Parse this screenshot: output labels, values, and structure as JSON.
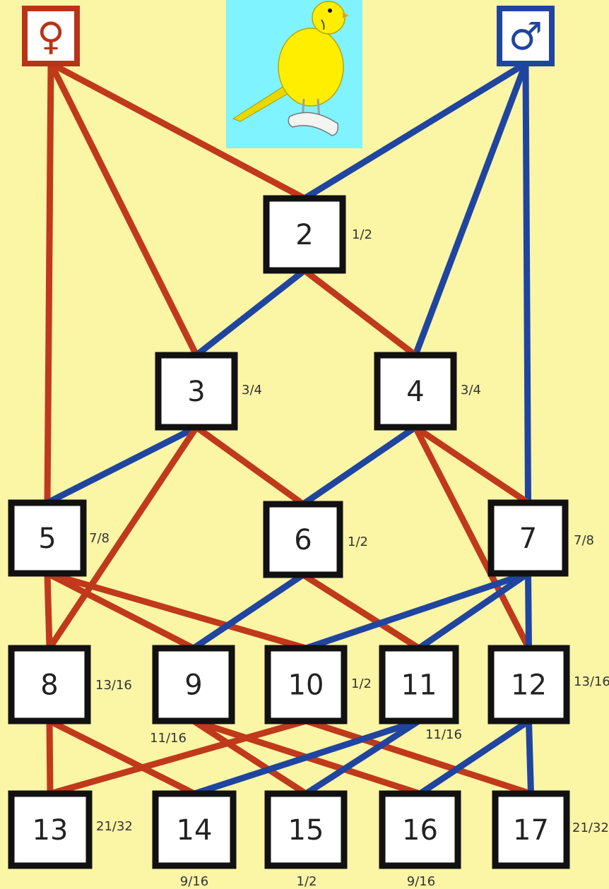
{
  "colors": {
    "background": "#fbf5a6",
    "female_line": "#c0391b",
    "male_line": "#1f45a0",
    "bird_background": "#7ff3ff",
    "bird_body": "#ffee00"
  },
  "parents": {
    "female": {
      "symbol": "♀",
      "icon": "female-symbol-icon"
    },
    "male": {
      "symbol": "♂",
      "icon": "male-symbol-icon"
    }
  },
  "illustration": {
    "icon": "yellow-canary-icon"
  },
  "nodes": [
    {
      "id": "2",
      "label": "2",
      "fraction": "1/2"
    },
    {
      "id": "3",
      "label": "3",
      "fraction": "3/4"
    },
    {
      "id": "4",
      "label": "4",
      "fraction": "3/4"
    },
    {
      "id": "5",
      "label": "5",
      "fraction": "7/8"
    },
    {
      "id": "6",
      "label": "6",
      "fraction": "1/2"
    },
    {
      "id": "7",
      "label": "7",
      "fraction": "7/8"
    },
    {
      "id": "8",
      "label": "8",
      "fraction": "13/16"
    },
    {
      "id": "9",
      "label": "9",
      "fraction": "11/16"
    },
    {
      "id": "10",
      "label": "10",
      "fraction": "1/2"
    },
    {
      "id": "11",
      "label": "11",
      "fraction": "11/16"
    },
    {
      "id": "12",
      "label": "12",
      "fraction": "13/16"
    },
    {
      "id": "13",
      "label": "13",
      "fraction": "21/32"
    },
    {
      "id": "14",
      "label": "14",
      "fraction": "9/16"
    },
    {
      "id": "15",
      "label": "15",
      "fraction": "1/2"
    },
    {
      "id": "16",
      "label": "16",
      "fraction": "9/16"
    },
    {
      "id": "17",
      "label": "17",
      "fraction": "21/32"
    }
  ],
  "edges": [
    {
      "from": "female",
      "to": "2",
      "line": "female"
    },
    {
      "from": "female",
      "to": "3",
      "line": "female"
    },
    {
      "from": "female",
      "to": "5",
      "line": "female"
    },
    {
      "from": "male",
      "to": "2",
      "line": "male"
    },
    {
      "from": "male",
      "to": "4",
      "line": "male"
    },
    {
      "from": "male",
      "to": "7",
      "line": "male"
    },
    {
      "from": "2",
      "to": "3",
      "line": "male"
    },
    {
      "from": "2",
      "to": "4",
      "line": "female"
    },
    {
      "from": "3",
      "to": "5",
      "line": "male"
    },
    {
      "from": "3",
      "to": "6",
      "line": "female"
    },
    {
      "from": "3",
      "to": "8",
      "line": "female"
    },
    {
      "from": "4",
      "to": "6",
      "line": "male"
    },
    {
      "from": "4",
      "to": "7",
      "line": "female"
    },
    {
      "from": "4",
      "to": "12",
      "line": "female"
    },
    {
      "from": "5",
      "to": "8",
      "line": "female"
    },
    {
      "from": "5",
      "to": "9",
      "line": "female"
    },
    {
      "from": "5",
      "to": "10",
      "line": "female"
    },
    {
      "from": "6",
      "to": "9",
      "line": "male"
    },
    {
      "from": "6",
      "to": "11",
      "line": "female"
    },
    {
      "from": "7",
      "to": "10",
      "line": "male"
    },
    {
      "from": "7",
      "to": "11",
      "line": "male"
    },
    {
      "from": "7",
      "to": "12",
      "line": "male"
    },
    {
      "from": "8",
      "to": "13",
      "line": "female"
    },
    {
      "from": "8",
      "to": "14",
      "line": "female"
    },
    {
      "from": "9",
      "to": "15",
      "line": "female"
    },
    {
      "from": "9",
      "to": "16",
      "line": "female"
    },
    {
      "from": "10",
      "to": "13",
      "line": "female"
    },
    {
      "from": "10",
      "to": "17",
      "line": "female"
    },
    {
      "from": "11",
      "to": "14",
      "line": "male"
    },
    {
      "from": "11",
      "to": "15",
      "line": "male"
    },
    {
      "from": "12",
      "to": "16",
      "line": "male"
    },
    {
      "from": "12",
      "to": "17",
      "line": "male"
    }
  ]
}
